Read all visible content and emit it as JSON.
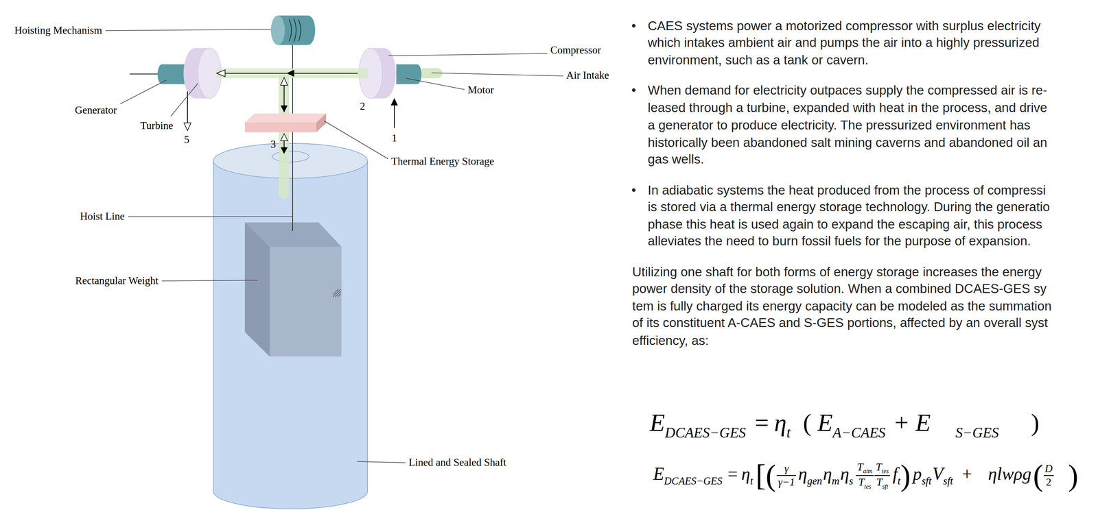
{
  "diagram": {
    "labels": [
      "Hoisting Mechanism",
      "Compressor",
      "Air Intake",
      "Motor",
      "Generator",
      "Turbine",
      "2",
      "1",
      "5",
      "3",
      "Thermal Energy Storage",
      "Hoist Line",
      "Rectangular Weight",
      "Lined and Sealed Shaft",
      "•",
      "CAES systems power a motorized compressor with surplus electricity",
      "which intakes ambient air and pumps the air into a highly pressurized",
      "environment, such as a tank or cavern.",
      "•",
      "When demand for electricity outpaces supply the compressed air is re-",
      "leased through a turbine, expanded with heat in the process, and drive",
      "a generator to produce electricity. The pressurized environment has",
      "historically been abandoned salt mining caverns and abandoned oil an",
      "gas wells.",
      "•",
      "In adiabatic systems the heat produced from the process of compressi",
      "is stored via a thermal energy storage technology. During the generatio",
      "phase this heat is used again to expand the escaping air, this process",
      "alleviates the need to burn fossil fuels for the purpose of expansion.",
      "Utilizing one shaft for both forms of energy storage increases the energy",
      "power density of the storage solution. When a combined DCAES-GES sy",
      "tem is fully charged its energy capacity can be modeled as the summation",
      "of its constituent A-CAES and S-GES portions, affected by an overall syst",
      "efficiency, as:",
      "E",
      "DCAES−GES",
      "=",
      "η",
      "t",
      "(",
      "E",
      "A−CAES",
      "+",
      "E",
      "S−GES",
      ")",
      "E",
      "DCAES−GES",
      "=",
      "η",
      "t",
      "[",
      "(",
      "γ",
      "γ−1",
      "η",
      "gen",
      "η",
      "m",
      "η",
      "s",
      "T",
      "atm",
      "T",
      "tes",
      "T",
      "tes",
      "T",
      "sft",
      "f",
      "t",
      ")",
      "p",
      "sft",
      "V",
      "sft",
      "+",
      "ηlwρg",
      "(",
      "D",
      "2",
      ")"
    ]
  }
}
